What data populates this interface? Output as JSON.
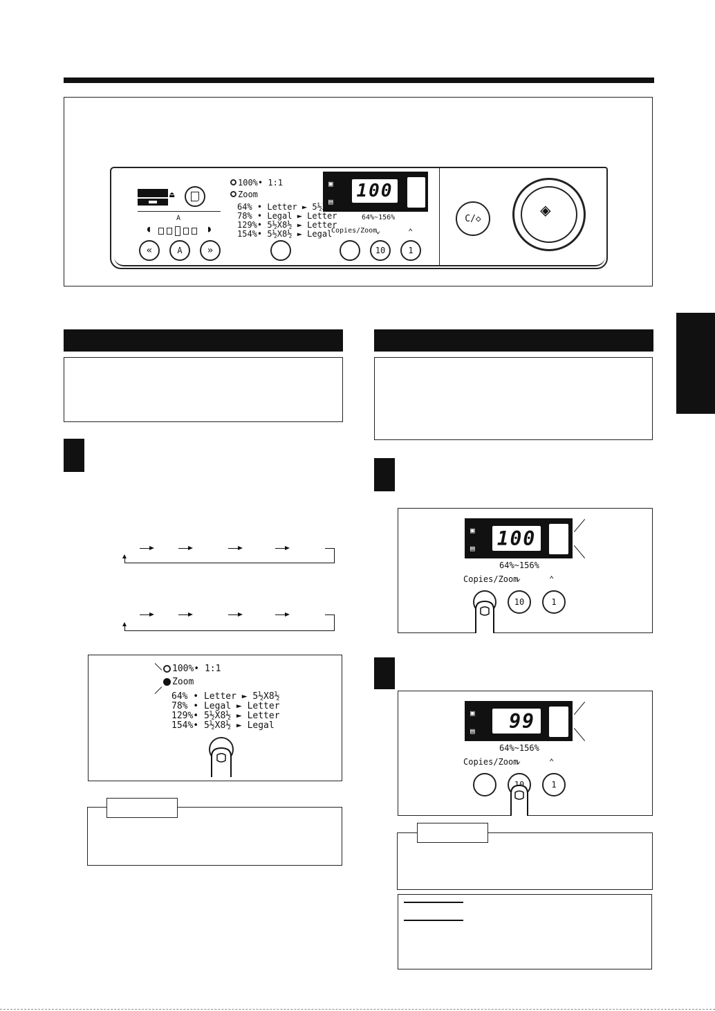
{
  "panel": {
    "mode_100": "100%• 1:1",
    "mode_zoom": "Zoom",
    "preset_rows": [
      "64% • Letter ► 5½X8½",
      "78% •  Legal ► Letter",
      "129%• 5½X8½ ► Letter",
      "154%• 5½X8½ ► Legal"
    ],
    "display_value": "100",
    "percent_sign": "%",
    "range_label": "64%~156%",
    "copies_zoom_label": "Copies/Zoom",
    "btn_10": "10",
    "btn_1": "1",
    "btn_auto": "A",
    "auto_label": "A",
    "clear_stop": "C/◇"
  },
  "zoom_detail": {
    "mode_100": "100%• 1:1",
    "mode_zoom": "Zoom",
    "preset_rows": [
      "64% • Letter ► 5½X8½",
      "78% •  Legal ► Letter",
      "129%• 5½X8½ ► Letter",
      "154%• 5½X8½ ► Legal"
    ]
  },
  "step2_display": {
    "value": "100",
    "percent_sign": "%",
    "range_label": "64%~156%",
    "copies_zoom_label": "Copies/Zoom",
    "btn_10": "10",
    "btn_1": "1"
  },
  "step3_display": {
    "value": "99",
    "percent_sign": "%",
    "range_label": "64%~156%",
    "copies_zoom_label": "Copies/Zoom",
    "btn_10": "10",
    "btn_1": "1"
  }
}
